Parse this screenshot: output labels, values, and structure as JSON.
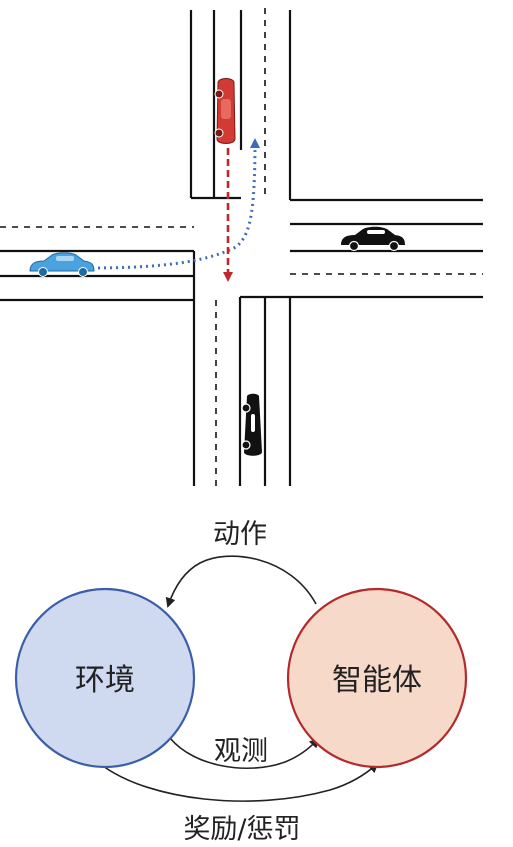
{
  "labels": {
    "environment": "环境",
    "agent": "智能体",
    "action": "动作",
    "observation": "观测",
    "reward": "奖励/惩罚"
  },
  "colors": {
    "ego_car": "#d13b34",
    "other_car_blue": "#4aa3df",
    "other_car_black": "#111111",
    "blue_path": "#3b6fb5",
    "red_path": "#c2272d",
    "environment_fill": "#cfdaf0",
    "environment_stroke": "#3b5ea8",
    "agent_fill": "#f7d9ca",
    "agent_stroke": "#b22a2a"
  }
}
